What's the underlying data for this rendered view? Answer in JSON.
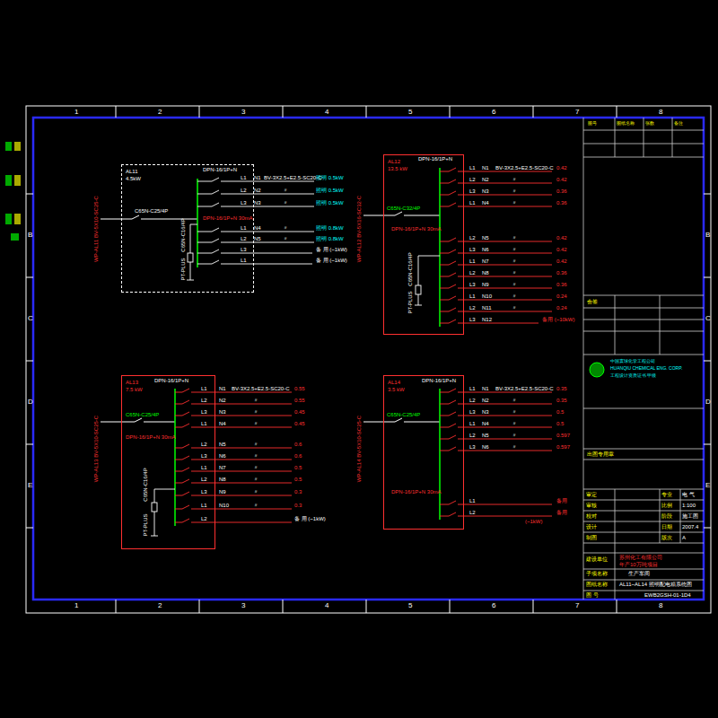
{
  "diagram": {
    "nodes": [
      {
        "text": [
          "AL11",
          "4.5kW"
        ]
      },
      {
        "text": [
          "AL12",
          "13.5 kW"
        ]
      },
      {
        "text": [
          "AL13",
          "7.5 kW"
        ]
      },
      {
        "text": [
          "AL14",
          "3.5 kW"
        ]
      }
    ],
    "labels": [
      "1",
      "2",
      "3",
      "4",
      "5",
      "6",
      "7",
      "8",
      "1",
      "2",
      "3",
      "4",
      "5",
      "6",
      "7",
      "8",
      "B",
      "C",
      "D",
      "E",
      "B",
      "C",
      "D",
      "E",
      "C65N-C25/4P",
      "WP-AL11 BV-5X10-SC25-C",
      "DPN-16/1P+N",
      "DPN-16/1P+N 30mA",
      "L1",
      "L2",
      "L3",
      "L1",
      "L2",
      "L3",
      "L1",
      "N1",
      "N2",
      "N3",
      "N4",
      "N5",
      "BV-3X2.5+E2.5-SC20-C",
      "〃",
      "〃",
      "〃",
      "〃",
      "照明 0.5kW",
      "照明 0.5kW",
      "照明 0.5kW",
      "照明 0.8kW",
      "照明 0.8kW",
      "备 用 (~1kW)",
      "备 用 (~1kW)",
      "C65N-C16/4P",
      "PT-PLUS",
      "WP-AL12 BV-5X16-SC32-C",
      "C65N-C32/4P",
      "DPN-16/1P+N",
      "DPN-16/1P+N 30mA",
      "L1",
      "L2",
      "L3",
      "L1",
      "L2",
      "L3",
      "L1",
      "L2",
      "L3",
      "L1",
      "L2",
      "L3",
      "N1",
      "N2",
      "N3",
      "N4",
      "N5",
      "N6",
      "N7",
      "N8",
      "N9",
      "N10",
      "N11",
      "N12",
      "BV-3X2.5+E2.5-SC20-C",
      "〃",
      "〃",
      "〃",
      "〃",
      "〃",
      "〃",
      "〃",
      "〃",
      "〃",
      "〃",
      "0.42",
      "0.42",
      "0.36",
      "0.36",
      "0.42",
      "0.42",
      "0.42",
      "0.36",
      "0.36",
      "0.24",
      "0.24",
      "备用 (~10kW)",
      "C65N-C16/4P",
      "PT-PLUS",
      "WP-AL13 BV-5X10-SC25-C",
      "C65N-C25/4P",
      "DPN-16/1P+N",
      "DPN-16/1P+N 30mA",
      "L1",
      "L2",
      "L3",
      "L1",
      "L2",
      "L3",
      "L1",
      "L2",
      "L3",
      "L1",
      "L2",
      "N1",
      "N2",
      "N3",
      "N4",
      "N5",
      "N6",
      "N7",
      "N8",
      "N9",
      "N10",
      "BV-3X2.5+E2.5-SC20-C",
      "〃",
      "〃",
      "〃",
      "〃",
      "〃",
      "〃",
      "〃",
      "〃",
      "〃",
      "0.55",
      "0.55",
      "0.45",
      "0.45",
      "0.6",
      "0.6",
      "0.5",
      "0.5",
      "0.3",
      "0.3",
      "备 用 (~1kW)",
      "C65N-C16/4P",
      "PT-PLUS",
      "WP-AL14 BV-5X10-SC25-C",
      "C65N-C25/4P",
      "DPN-16/1P+N",
      "DPN-16/1P+N 30mA",
      "L1",
      "L2",
      "L3",
      "L1",
      "L2",
      "L3",
      "L1",
      "L2",
      "N1",
      "N2",
      "N3",
      "N4",
      "N5",
      "N6",
      "BV-3X2.5+E2.5-SC20-C",
      "〃",
      "〃",
      "〃",
      "〃",
      "〃",
      "0.35",
      "0.35",
      "0.5",
      "0.5",
      "0.597",
      "0.597",
      "备用",
      "备用",
      "(~1kW)",
      "图号",
      "图纸名称",
      "张数",
      "备注",
      "会签",
      "中国寰球化学工程公司",
      "HUANQIU CHEMICAL ENG. CORP.",
      "工程设计资质证书 甲级",
      "出图专用章",
      "审定",
      "审核",
      "校对",
      "设计",
      "制图",
      "专业",
      "比例",
      "阶段",
      "日期",
      "版次",
      "电 气",
      "1:100",
      "施工图",
      "2007.4",
      "A",
      "建设单位",
      "苏州化工有限公司",
      "年产10万吨项目",
      "子项名称",
      "生产车间",
      "图纸名称",
      "AL11~AL14 照明配电箱系统图",
      "图 号",
      "EWB2GSH-01-1D4"
    ]
  }
}
